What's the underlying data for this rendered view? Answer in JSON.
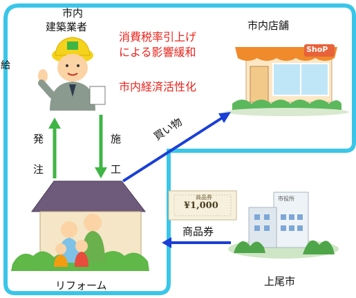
{
  "contractor": {
    "line1": "市内",
    "line2": "建築業者"
  },
  "effects": {
    "line1": "消費税率引上げ",
    "line2": "による影響緩和",
    "line3": "市内経済活性化"
  },
  "store": {
    "label": "市内店舗",
    "sign": "ShoP"
  },
  "flows": {
    "order_1": "発",
    "order_2": "注",
    "build_1": "施",
    "build_2": "工",
    "shopping": "買い物",
    "voucher": "商品券"
  },
  "voucher": {
    "title": "商品券",
    "amount": "¥1,000"
  },
  "city_hall": {
    "label": "上尾市",
    "sign": "市役所"
  },
  "house": {
    "label": "リフォーム"
  },
  "edge_fragment": "給",
  "colors": {
    "frame": "#39c6e8",
    "green_arrow": "#3fb545",
    "blue_arrow": "#1a3fd6",
    "red_text": "#e8231b"
  }
}
